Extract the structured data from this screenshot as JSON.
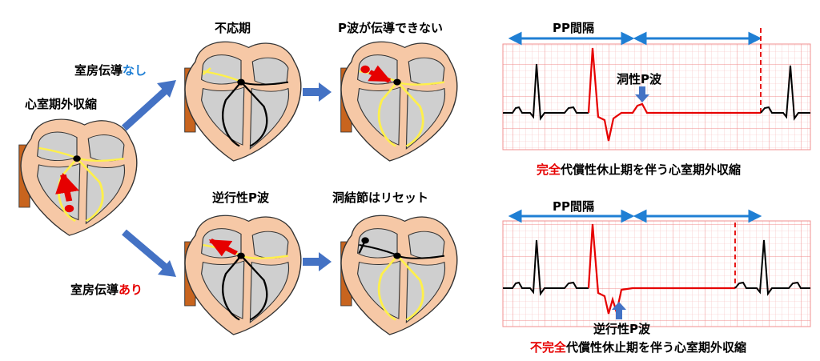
{
  "labels": {
    "main": "心室期外収縮",
    "no_prefix": "室房伝導",
    "no_highlight": "なし",
    "yes_prefix": "室房伝導",
    "yes_highlight": "あり",
    "refractory": "不応期",
    "p_blocked": "P波が伝導できない",
    "retro_p": "逆行性P波",
    "sinus_reset": "洞結節はリセット"
  },
  "ecg_top": {
    "pp_label": "PP間隔",
    "annotation": "洞性P波",
    "caption_highlight": "完全",
    "caption_rest": "代償性休止期を伴う心室期外収縮"
  },
  "ecg_bottom": {
    "pp_label": "PP間隔",
    "annotation": "逆行性P波",
    "caption_highlight": "不完全",
    "caption_rest": "代償性休止期を伴う心室期外収縮"
  },
  "colors": {
    "arrow_blue": "#4472c4",
    "ecg_red": "#e60000",
    "grid_red": "#f4a3a3",
    "heart_skin": "#f6c8a6",
    "heart_gray": "#cfcfcf",
    "conduction_yellow": "#fff04a",
    "vessel": "#c8641e"
  }
}
